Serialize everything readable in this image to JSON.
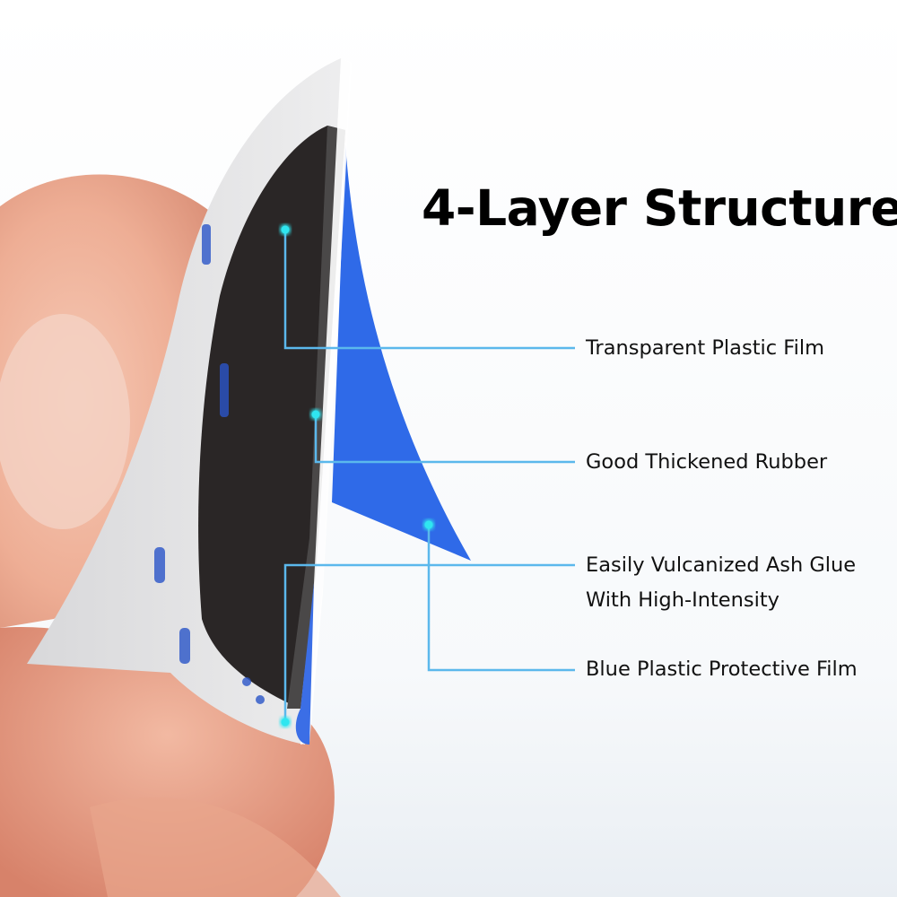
{
  "title": "4-Layer Structure",
  "layers": [
    {
      "label": "Transparent Plastic Film"
    },
    {
      "label": "Good Thickened Rubber"
    },
    {
      "label_line1": "Easily Vulcanized Ash Glue",
      "label_line2": "With High-Intensity"
    },
    {
      "label": "Blue Plastic Protective Film"
    }
  ],
  "colors": {
    "callout": "#5bb8ec",
    "dot": "#2fe6f0",
    "blue_film": "#2f6ae8",
    "rubber": "#2a2626"
  }
}
